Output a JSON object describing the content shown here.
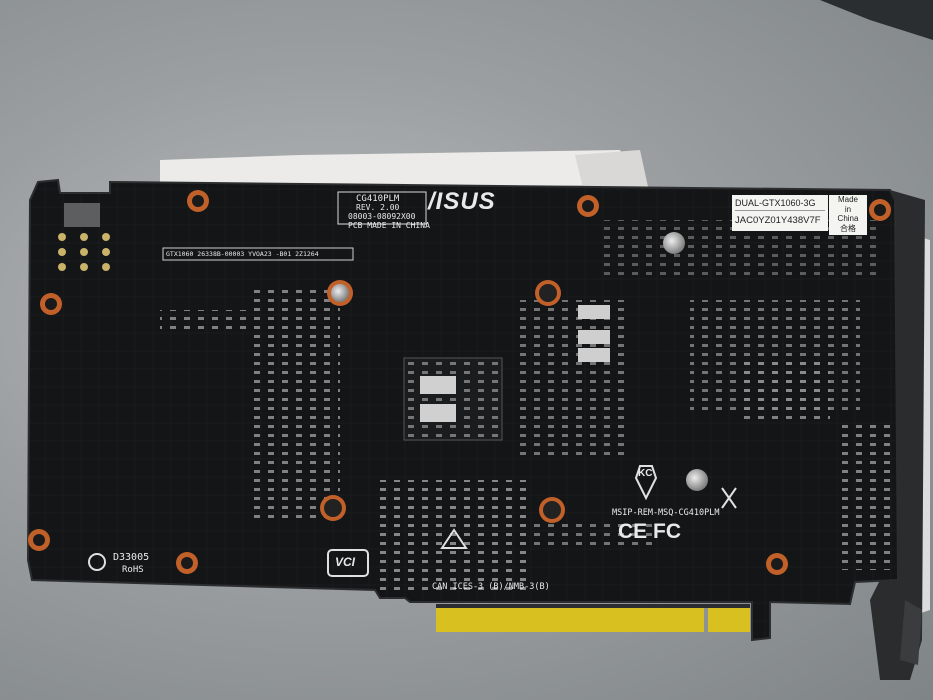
{
  "board": {
    "brand_logo": "/ISUS",
    "model_code": "CG410PLM",
    "revision": "REV. 2.00",
    "part_number": "08003-08092X00",
    "pcb_origin": "PCB MADE IN CHINA",
    "gpu_label": "GTX1060   26338B-00003 YVOA23 -B01 2Z1264",
    "certification_code": "MSIP-REM-MSQ-CG410PLM",
    "compliance_text": "CAN ICES-3 (B)/NMB-3(B)",
    "ce_fcc_marks": "CE FC",
    "kc_mark": "KC",
    "date_code": "D33005",
    "rohs": "RoHS",
    "rcm_mark": "VCI"
  },
  "sticker_model": {
    "model": "DUAL-GTX1060-3G",
    "serial": "JAC0YZ01Y438V7F"
  },
  "sticker_origin": {
    "line1": "Made",
    "line2": "in",
    "line3": "China",
    "line4": "合格"
  },
  "colors": {
    "pcb": "#131415",
    "pcb_edge": "#1d1f21",
    "silkscreen": "#e9e9e9",
    "screw_ring": "#c2602a",
    "gold_fingers": "#d8c021",
    "bracket": "#2a2c2d",
    "shroud": "#eaeaea"
  }
}
